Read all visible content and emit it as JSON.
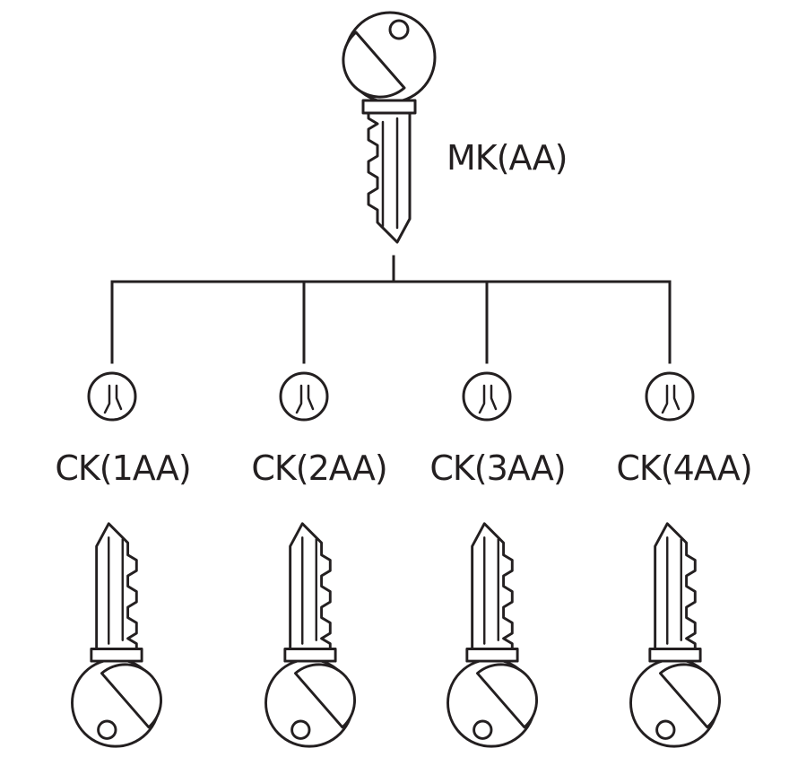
{
  "master_key": {
    "label": "MK(AA)",
    "icon": "master-key-icon"
  },
  "change_keys": [
    {
      "label": "CK(1AA)",
      "cylinder_icon": "lock-cylinder-icon",
      "key_icon": "key-icon"
    },
    {
      "label": "CK(2AA)",
      "cylinder_icon": "lock-cylinder-icon",
      "key_icon": "key-icon"
    },
    {
      "label": "CK(3AA)",
      "cylinder_icon": "lock-cylinder-icon",
      "key_icon": "key-icon"
    },
    {
      "label": "CK(4AA)",
      "cylinder_icon": "lock-cylinder-icon",
      "key_icon": "key-icon"
    }
  ],
  "colors": {
    "ink": "#231f20",
    "background": "#ffffff"
  }
}
